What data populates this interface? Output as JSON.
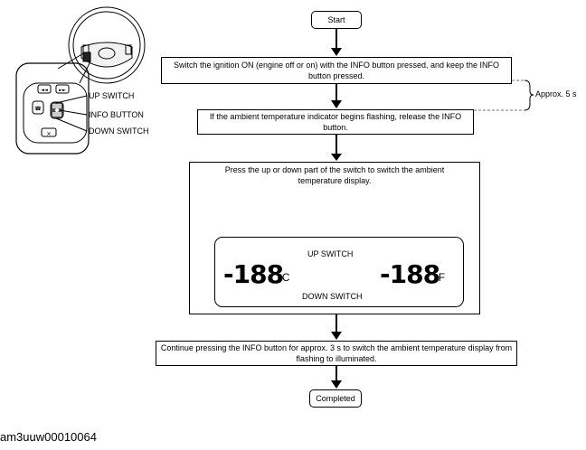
{
  "flow": {
    "start": "Start",
    "step1": "Switch the ignition ON (engine off or on) with the INFO button pressed, and keep the INFO button pressed.",
    "step2": "If the ambient temperature indicator begins flashing, release the INFO button.",
    "step3": "Press the up or down part of the switch to switch the ambient temperature display.",
    "step4": "Continue pressing the INFO button for approx. 3 s to switch the ambient temperature display from flashing to illuminated.",
    "end": "Completed"
  },
  "timing_note": "Approx. 5 s",
  "steering": {
    "up_switch": "UP SWITCH",
    "info_button": "INFO BUTTON",
    "down_switch": "DOWN SWITCH"
  },
  "display": {
    "celsius_value": "-188",
    "celsius_unit": "°C",
    "fahrenheit_value": "-188",
    "fahrenheit_unit": "°F",
    "arrow_right_label": "UP SWITCH",
    "arrow_left_label": "DOWN SWITCH"
  },
  "figure_id": "am3uuw00010064"
}
